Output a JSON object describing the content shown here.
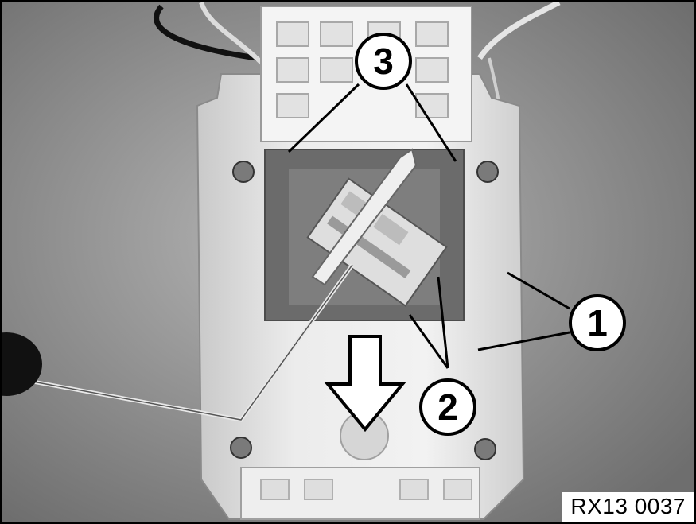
{
  "callouts": [
    {
      "id": "1",
      "label": "1"
    },
    {
      "id": "2",
      "label": "2"
    },
    {
      "id": "3",
      "label": "3"
    }
  ],
  "figure_ref": "RX13 0037"
}
